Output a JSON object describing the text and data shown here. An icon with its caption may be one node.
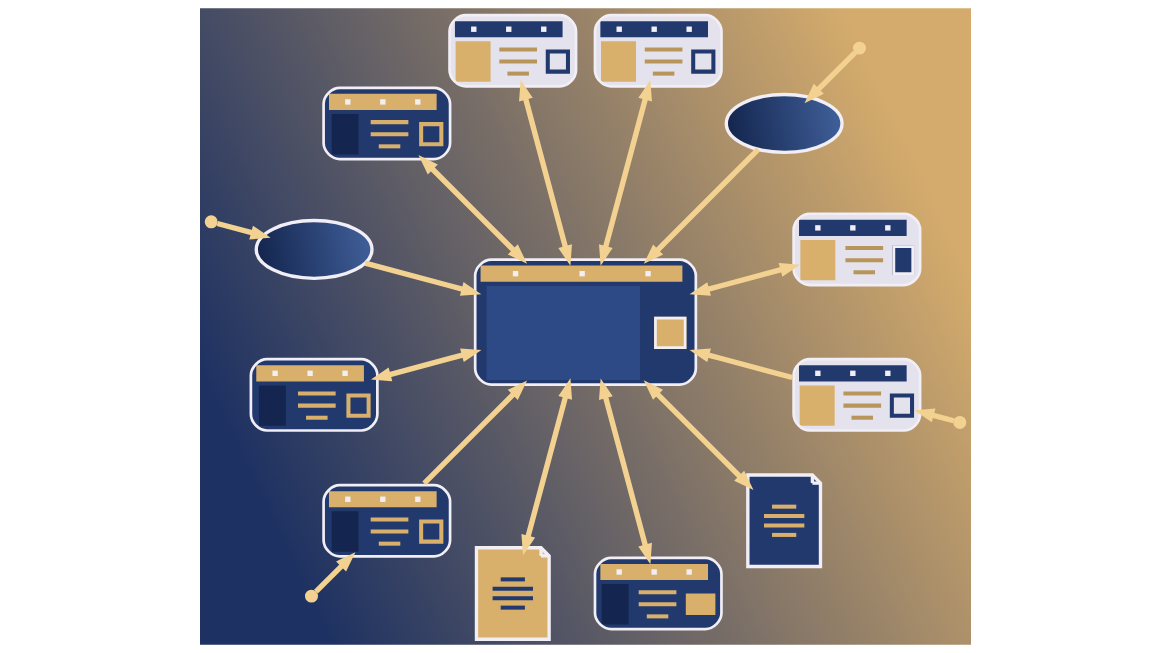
{
  "diagram": {
    "nodes": [
      {
        "text": [],
        "shape": "window"
      },
      {
        "text": [],
        "shape": "cloud"
      },
      {
        "text": [],
        "shape": "cloud"
      },
      {
        "text": [],
        "shape": "window"
      },
      {
        "text": [],
        "shape": "window"
      },
      {
        "text": [],
        "shape": "window"
      },
      {
        "text": [],
        "shape": "window"
      },
      {
        "text": [],
        "shape": "window"
      },
      {
        "text": [],
        "shape": "document"
      },
      {
        "text": [],
        "shape": "document"
      },
      {
        "text": [],
        "shape": "window"
      },
      {
        "text": [],
        "shape": "window"
      },
      {
        "text": [],
        "shape": "window"
      }
    ],
    "edges": [
      {
        "from": 7,
        "to": 5,
        "arrow": "both"
      },
      {
        "from": 2,
        "to": 5,
        "arrow": "to"
      },
      {
        "from": null,
        "to": 2,
        "arrow": "to"
      },
      {
        "from": 4,
        "to": 5,
        "arrow": "both"
      },
      {
        "from": 0,
        "to": 5,
        "arrow": "both"
      },
      {
        "from": 3,
        "to": 5,
        "arrow": "both"
      },
      {
        "from": 1,
        "to": 5,
        "arrow": "to"
      },
      {
        "from": null,
        "to": 1,
        "arrow": "to"
      },
      {
        "from": 6,
        "to": 5,
        "arrow": "both"
      },
      {
        "from": 10,
        "to": 5,
        "arrow": "to"
      },
      {
        "from": null,
        "to": 10,
        "arrow": "to"
      },
      {
        "from": 8,
        "to": 5,
        "arrow": "both"
      },
      {
        "from": 12,
        "to": 5,
        "arrow": "both"
      },
      {
        "from": 9,
        "to": 5,
        "arrow": "both"
      },
      {
        "from": 11,
        "to": 5,
        "arrow": "to"
      },
      {
        "from": null,
        "to": 11,
        "arrow": "to"
      }
    ]
  }
}
